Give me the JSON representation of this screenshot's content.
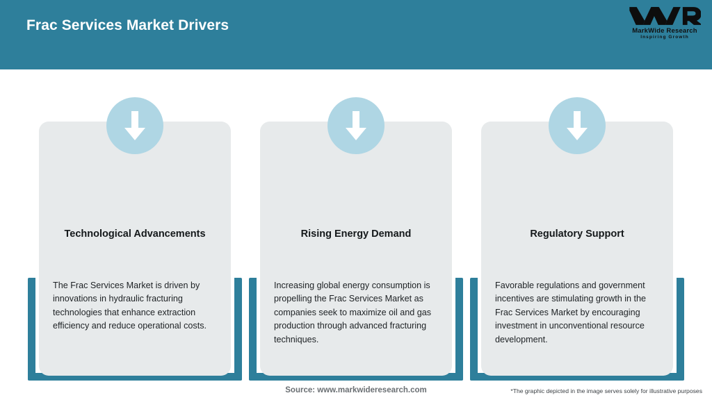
{
  "header": {
    "title": "Frac Services Market Drivers",
    "background_color": "#2e7f9b",
    "title_color": "#ffffff"
  },
  "logo": {
    "mark": "MWR",
    "name": "MarkWide Research",
    "tagline": "Inspiring Growth"
  },
  "cards": [
    {
      "icon": "down-arrow-icon",
      "title": "Technological Advancements",
      "body": "The Frac Services Market is driven by innovations in hydraulic fracturing technologies that enhance extraction efficiency and reduce operational costs."
    },
    {
      "icon": "down-arrow-icon",
      "title": "Rising Energy Demand",
      "body": "Increasing global energy consumption is propelling the Frac Services Market as companies seek to maximize oil and gas production through advanced fracturing techniques."
    },
    {
      "icon": "down-arrow-icon",
      "title": "Regulatory Support",
      "body": "Favorable regulations and government incentives are stimulating growth in the Frac Services Market by encouraging investment in unconventional resource development."
    }
  ],
  "footer": {
    "source": "Source: www.markwideresearch.com",
    "disclaimer": "*The graphic depicted in the image serves solely for illustrative purposes"
  },
  "colors": {
    "teal": "#2e7f9b",
    "card_gray": "#e7eaeb",
    "icon_circle_blue": "#afd6e4",
    "arrow_white": "#ffffff"
  }
}
